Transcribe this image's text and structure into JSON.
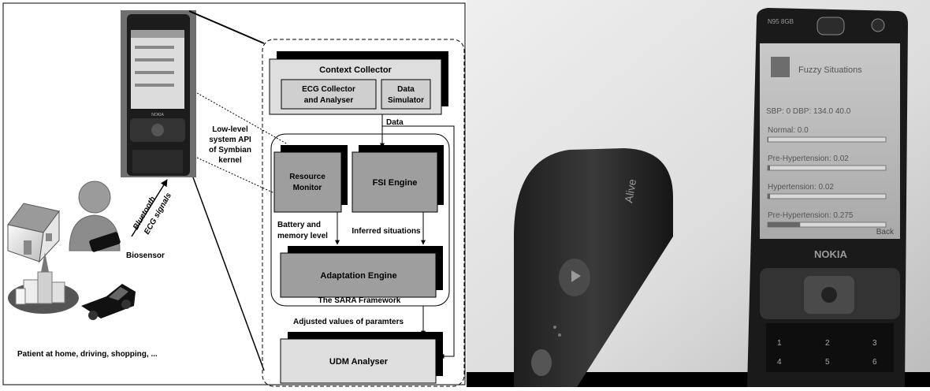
{
  "diagram": {
    "blocks": {
      "context_collector": "Context Collector",
      "ecg_line1": "ECG Collector",
      "ecg_line2": "and Analyser",
      "sim_line1": "Data",
      "sim_line2": "Simulator",
      "resource_line1": "Resource",
      "resource_line2": "Monitor",
      "fsi": "FSI Engine",
      "adaptation": "Adaptation Engine",
      "udm": "UDM Analyser"
    },
    "labels": {
      "data": "Data",
      "sara": "The SARA Framework",
      "battery_line1": "Battery and",
      "battery_line2": "memory level",
      "inferred": "Inferred situations",
      "adjusted": "Adjusted values of paramters",
      "lowlevel_line1": "Low-level",
      "lowlevel_line2": "system API",
      "lowlevel_line3": "of Symbian",
      "lowlevel_line4": "kernel",
      "bluetooth": "Bluetooth",
      "ecg_signals": "ECG signals",
      "biosensor": "Biosensor",
      "patient": "Patient  at home, driving, shopping, ..."
    }
  },
  "photo": {
    "phone_model": "N95 8GB",
    "screen_title": "Fuzzy Situations",
    "readout": "SBP: 0 DBP: 134.0  40.0",
    "rows": [
      {
        "label": "Normal: 0.0",
        "level": 0
      },
      {
        "label": "Pre-Hypertension: 0.02",
        "level": 0.02
      },
      {
        "label": "Hypertension: 0.02",
        "level": 0.02
      },
      {
        "label": "Pre-Hypertension: 0.275",
        "level": 0.275
      }
    ],
    "back": "Back",
    "brand": "NOKIA",
    "sensor_brand": "Alive"
  }
}
